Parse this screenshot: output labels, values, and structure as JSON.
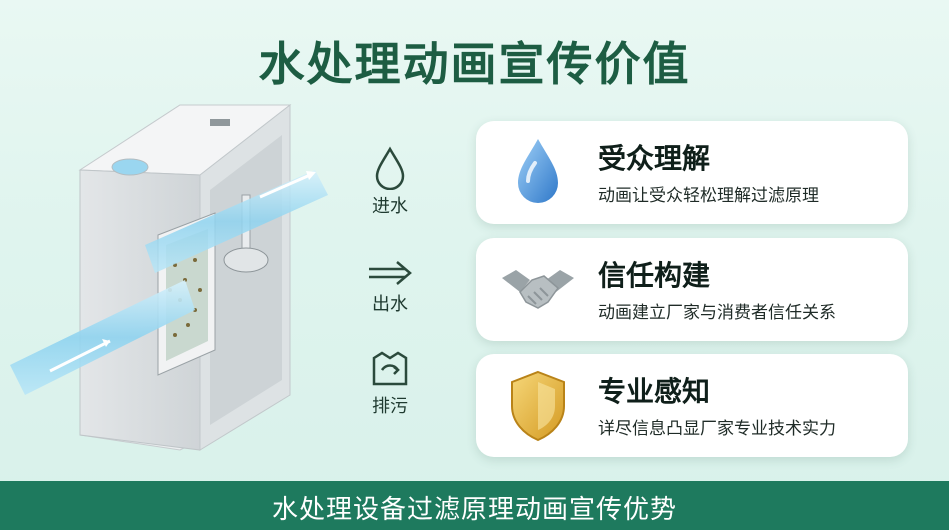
{
  "title": "水处理动画宣传价值",
  "legend": [
    {
      "label": "进水",
      "icon": "water-drop-icon"
    },
    {
      "label": "出水",
      "icon": "double-arrow-right-icon"
    },
    {
      "label": "排污",
      "icon": "drain-box-icon"
    }
  ],
  "cards": [
    {
      "title": "受众理解",
      "description": "动画让受众轻松理解过滤原理",
      "icon": "blue-water-drop-icon"
    },
    {
      "title": "信任构建",
      "description": "动画建立厂家与消费者信任关系",
      "icon": "handshake-icon"
    },
    {
      "title": "专业感知",
      "description": "详尽信息凸显厂家专业技术实力",
      "icon": "gold-shield-icon"
    }
  ],
  "footer": {
    "text": "水处理设备过滤原理动画宣传优势"
  },
  "colors": {
    "title": "#1d5d43",
    "footer_bg": "#1e7a5e",
    "drop_blue": "#4a90d9",
    "shield_gold": "#e5b53c",
    "legend_stroke": "#2b4a3c"
  }
}
